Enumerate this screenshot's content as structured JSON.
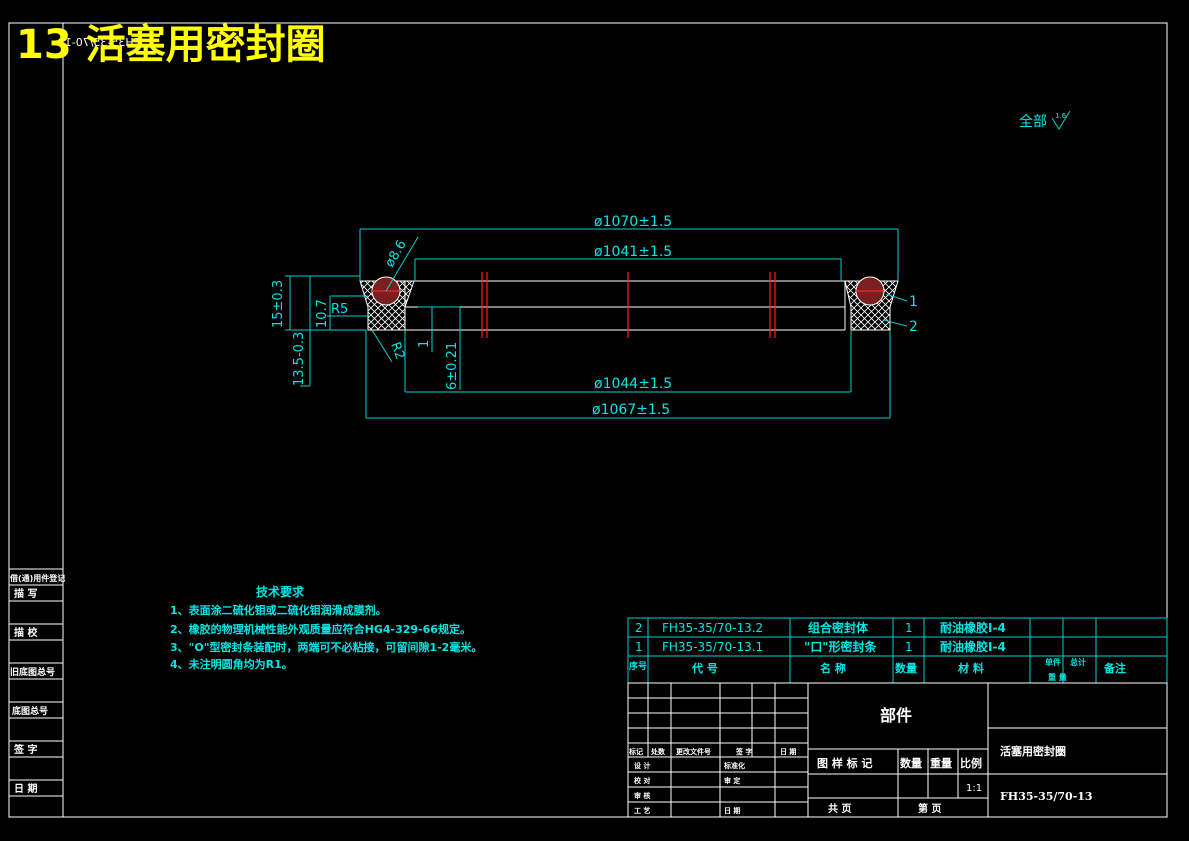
{
  "title": "13 活塞用密封圈",
  "mirrored_code": "FH35-35/70-13",
  "roughness": {
    "label": "全部",
    "value": "1.6"
  },
  "dimensions": {
    "d1070": "ø1070±1.5",
    "d1041": "ø1041±1.5",
    "d1044": "ø1044±1.5",
    "d1067": "ø1067±1.5",
    "d86": "ø8.6",
    "h15": "15±0.3",
    "h107": "10.7",
    "r5": "R5",
    "r2": "R2",
    "h1": "1",
    "h6": "6±0.21",
    "h135": "13.5-0.3"
  },
  "balloons": [
    "1",
    "2"
  ],
  "tech_requirements": {
    "heading": "技术要求",
    "items": [
      "1、表面涂二硫化钼或二硫化钼润滑成膜剂。",
      "2、橡胶的物理机械性能外观质量应符合HG4-329-66规定。",
      "3、\"O\"型密封条装配时，两端可不必粘接，可留间隙1-2毫米。",
      "4、未注明圆角均为R1。"
    ]
  },
  "left_strip": [
    "借(通)用件登记",
    "描  写",
    "描  校",
    "旧底图总号",
    "底图总号",
    "签  字",
    "日  期"
  ],
  "bom": {
    "rows": [
      {
        "no": "2",
        "code": "FH35-35/70-13.2",
        "name": "组合密封体",
        "qty": "1",
        "material": "耐油橡胶Ⅰ-4"
      },
      {
        "no": "1",
        "code": "FH35-35/70-13.1",
        "name": "\"口\"形密封条",
        "qty": "1",
        "material": "耐油橡胶Ⅰ-4"
      }
    ],
    "header": {
      "no": "序号",
      "code": "代  号",
      "name": "名  称",
      "qty": "数量",
      "material": "材  料",
      "unit1": "单件",
      "unit2": "总计",
      "weight": "重  量",
      "remark": "备注"
    }
  },
  "title_block": {
    "part_type": "部件",
    "drawing_name": "活塞用密封圈",
    "drawing_code": "FH35-35/70-13",
    "scale_value": "1:1",
    "rev_row": [
      "标记",
      "处数",
      "更改文件号",
      "签  字",
      "日  期"
    ],
    "labels": {
      "design": "设  计",
      "check": "校  对",
      "review": "审  核",
      "craft": "工  艺",
      "std": "标准化",
      "approve": "审  定",
      "date": "日  期",
      "mark": "图 样 标 记",
      "qty": "数量",
      "weight": "重量",
      "scale": "比例",
      "total": "共    页",
      "sheet": "第    页"
    }
  }
}
